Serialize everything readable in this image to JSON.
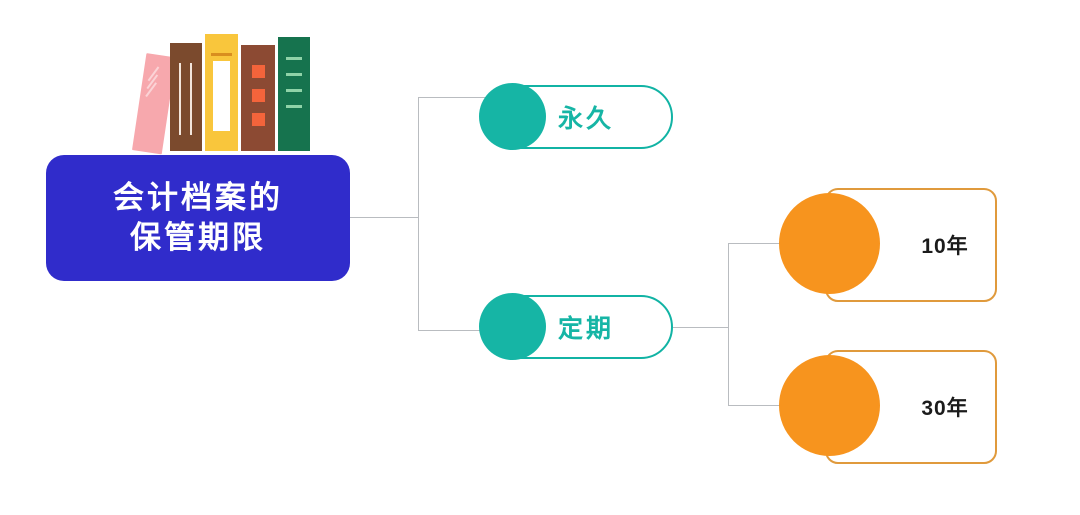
{
  "diagram": {
    "title": "会计档案的保管期限",
    "type": "mind-map",
    "root": {
      "line1": "会计档案的",
      "line2": "保管期限",
      "color": "#302CCB",
      "text_color": "#FFFFFF"
    },
    "branches": [
      {
        "label": "永久",
        "color": "#16B5A5",
        "border_color": "#11B3A4",
        "children": []
      },
      {
        "label": "定期",
        "color": "#16B5A5",
        "border_color": "#11B3A4",
        "children": [
          {
            "label": "10年",
            "color": "#F7941E",
            "border_color": "#E09A3C",
            "text_color": "#1B1B1B"
          },
          {
            "label": "30年",
            "color": "#F7941E",
            "border_color": "#E09A3C",
            "text_color": "#1B1B1B"
          }
        ]
      }
    ],
    "connector_color": "#B9BCC0",
    "background": "#FFFFFF"
  },
  "illustration": {
    "name": "stack-of-books",
    "books": [
      {
        "name": "pink-book",
        "color": "#F7A8AD"
      },
      {
        "name": "brown-book",
        "color": "#7B4A2D"
      },
      {
        "name": "yellow-book",
        "color": "#F9C63C"
      },
      {
        "name": "red-brown-book",
        "color": "#8C4A33"
      },
      {
        "name": "green-book",
        "color": "#16734E"
      }
    ]
  }
}
